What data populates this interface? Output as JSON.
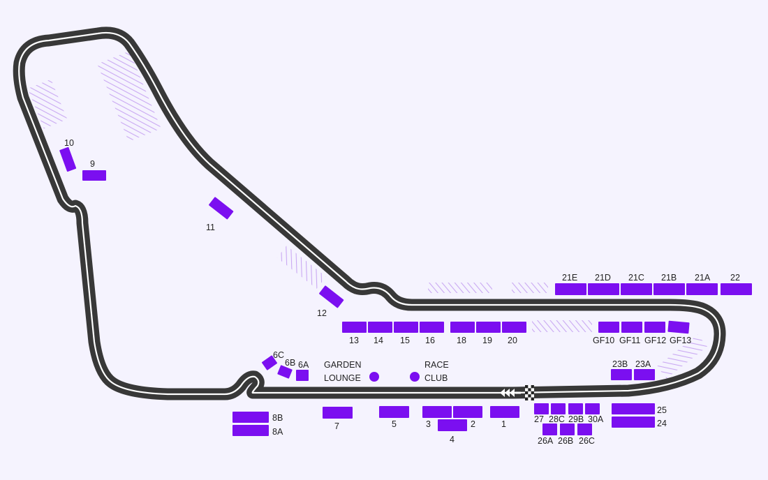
{
  "map": {
    "colors": {
      "background": "#f5f3fe",
      "stand": "#7b0ff0",
      "track": "#383838",
      "track_line": "#ffffff",
      "hatch": "#c9a8f2",
      "label": "#222222"
    },
    "stands": {
      "s1": "1",
      "s2": "2",
      "s3": "3",
      "s4": "4",
      "s5": "5",
      "s6A": "6A",
      "s6B": "6B",
      "s6C": "6C",
      "s7": "7",
      "s8A": "8A",
      "s8B": "8B",
      "s9": "9",
      "s10": "10",
      "s11": "11",
      "s12": "12",
      "s13": "13",
      "s14": "14",
      "s15": "15",
      "s16": "16",
      "s18": "18",
      "s19": "19",
      "s20": "20",
      "s21A": "21A",
      "s21B": "21B",
      "s21C": "21C",
      "s21D": "21D",
      "s21E": "21E",
      "s22": "22",
      "sGF10": "GF10",
      "sGF11": "GF11",
      "sGF12": "GF12",
      "sGF13": "GF13",
      "s23A": "23A",
      "s23B": "23B",
      "s24": "24",
      "s25": "25",
      "s26A": "26A",
      "s26B": "26B",
      "s26C": "26C",
      "s27": "27",
      "s28C": "28C",
      "s29B": "29B",
      "s30A": "30A"
    },
    "hospitality": {
      "garden_lounge_line1": "GARDEN",
      "garden_lounge_line2": "LOUNGE",
      "race_club_line1": "RACE",
      "race_club_line2": "CLUB"
    },
    "icons": {
      "finish_line": "checkered-flag",
      "direction": "triple-chevron-left"
    }
  }
}
